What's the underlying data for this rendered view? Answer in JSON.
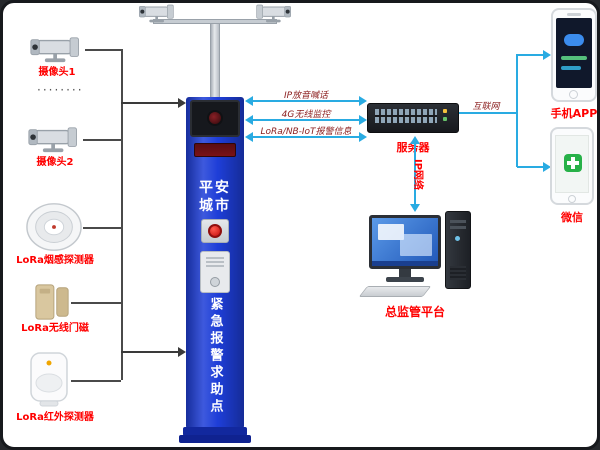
{
  "colors": {
    "cyan": "#29abe2",
    "red": "#ff0000",
    "flow": "#8b1d1d",
    "kiosk": "#1e3ed8",
    "kioskDark": "#12289e"
  },
  "left_devices": [
    {
      "icon": "cctv-camera-icon",
      "label": "摄像头1"
    },
    {
      "icon": "cctv-camera-icon",
      "label": "摄像头2"
    },
    {
      "icon": "smoke-detector-icon",
      "label": "LoRa烟感探测器"
    },
    {
      "icon": "door-magnet-icon",
      "label": "LoRa无线门磁"
    },
    {
      "icon": "infrared-detector-icon",
      "label": "LoRa红外探测器"
    }
  ],
  "ellipsis": "········",
  "kiosk": {
    "banner": "平安城市",
    "vertical_text": "紧急报警求助点"
  },
  "links": {
    "kiosk_switch": [
      "IP放音喊话",
      "4G无线监控",
      "LoRa/NB-IoT报警信息"
    ],
    "switch_internet": "互联网",
    "switch_platform": "IP网络"
  },
  "server": {
    "label": "服务器",
    "icon": "network-switch-icon"
  },
  "platform": {
    "label": "总监管平台",
    "icon": "desktop-computer-icon"
  },
  "apps": [
    {
      "icon": "mobile-app-icon",
      "label": "手机APP"
    },
    {
      "icon": "wechat-icon",
      "label": "微信"
    }
  ]
}
